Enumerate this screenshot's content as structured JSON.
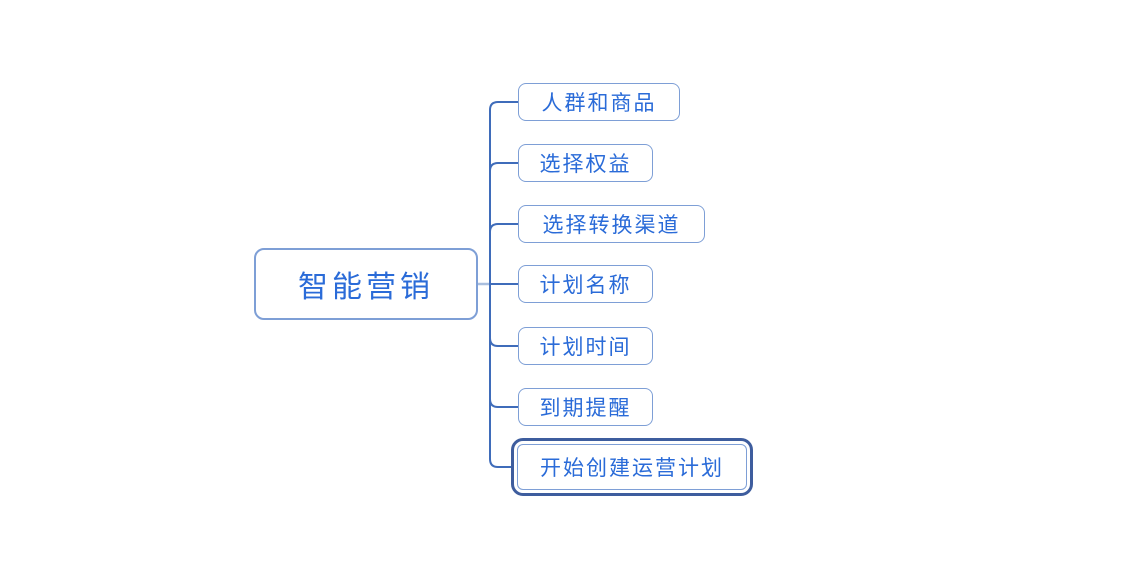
{
  "diagram": {
    "type": "mindmap",
    "background": "#ffffff",
    "root": {
      "label": "智能营销"
    },
    "children": [
      {
        "label": "人群和商品",
        "selected": false
      },
      {
        "label": "选择权益",
        "selected": false
      },
      {
        "label": "选择转换渠道",
        "selected": false
      },
      {
        "label": "计划名称",
        "selected": false
      },
      {
        "label": "计划时间",
        "selected": false
      },
      {
        "label": "到期提醒",
        "selected": false
      },
      {
        "label": "开始创建运营计划",
        "selected": true
      }
    ],
    "colors": {
      "node_border": "#7e9fd6",
      "node_text": "#2a6bd8",
      "connector": "#3f6cba",
      "connector_stub": "#a9bede",
      "selection_ring": "#3e5d9e"
    }
  }
}
